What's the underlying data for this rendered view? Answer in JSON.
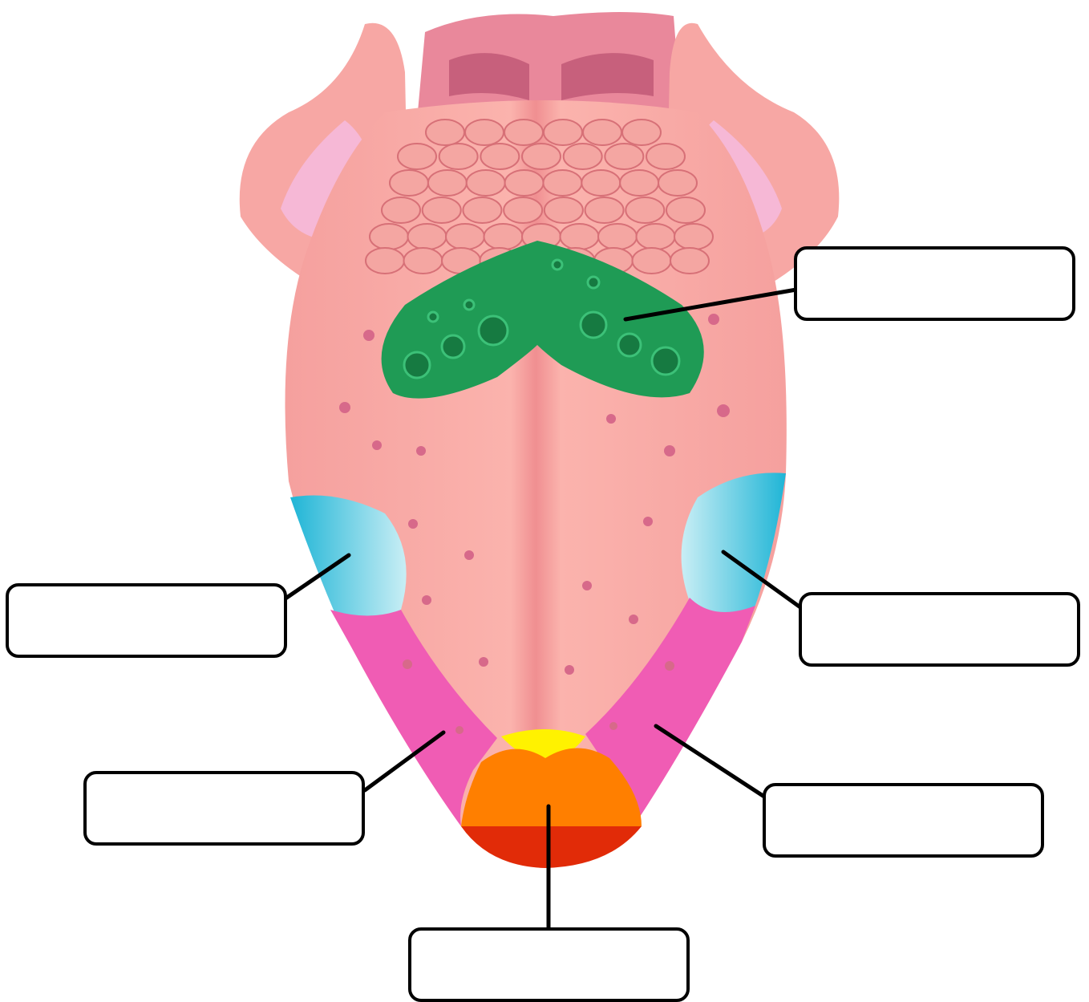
{
  "colors": {
    "tongue": "#f7a7a4",
    "tongue_dark": "#ef8b8c",
    "epiglottis": "#f4a39a",
    "tonsil": "#f6b8d6",
    "bitter": "#1f9b55",
    "sour": "#29c6e0",
    "salty": "#f05cb4",
    "sweet": "#ff7f00",
    "tip": "#e12b08",
    "yellow": "#fff200"
  },
  "labels": [
    {
      "id": "top-right",
      "text": ""
    },
    {
      "id": "mid-left",
      "text": ""
    },
    {
      "id": "mid-right",
      "text": ""
    },
    {
      "id": "lower-left",
      "text": ""
    },
    {
      "id": "lower-right",
      "text": ""
    },
    {
      "id": "bottom",
      "text": ""
    }
  ]
}
